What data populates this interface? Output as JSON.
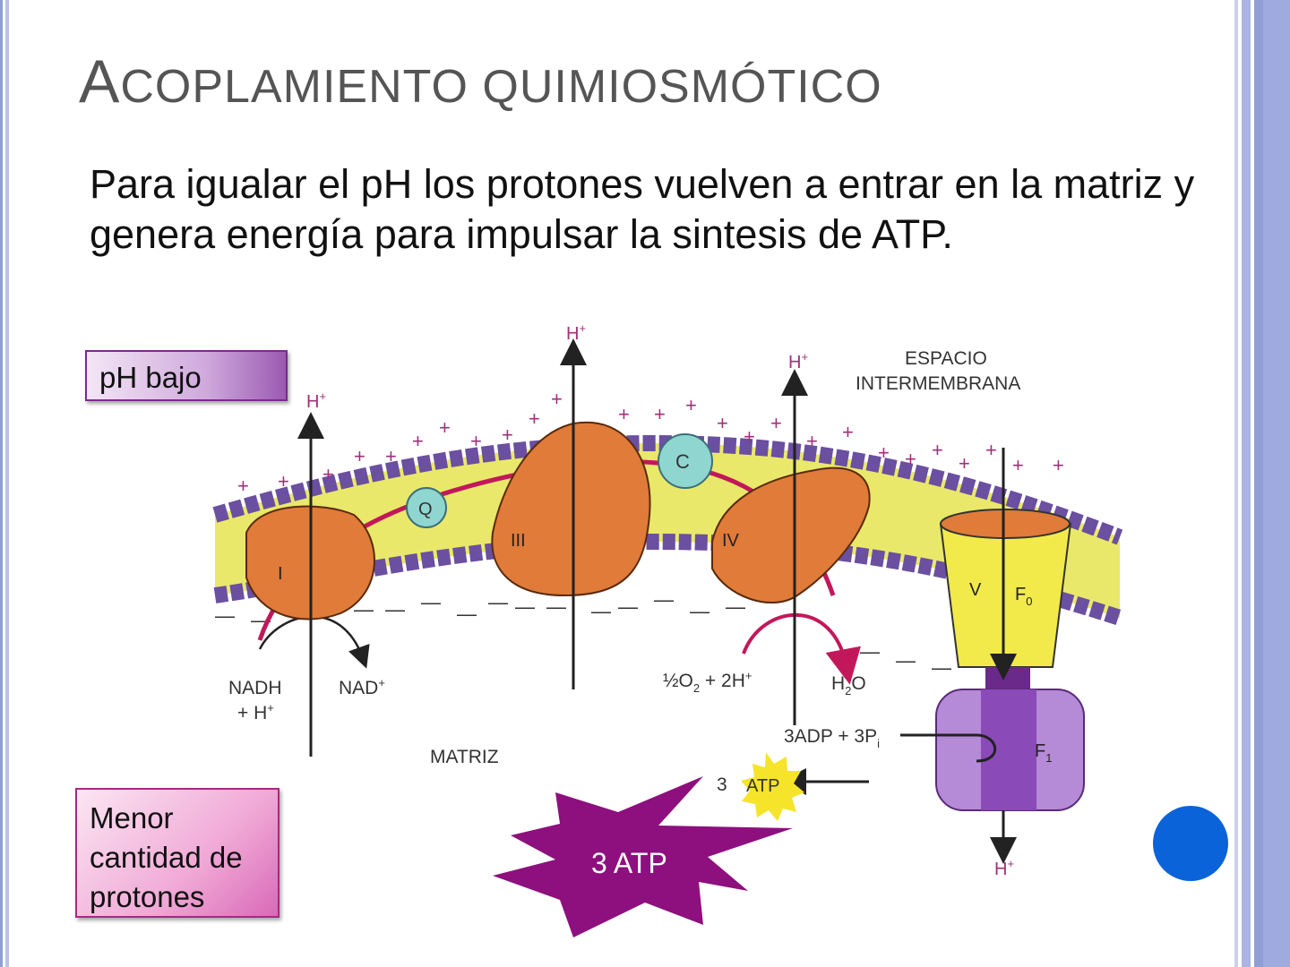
{
  "slide": {
    "title_first": "A",
    "title_rest": "COPLAMIENTO QUIMIOSMÓTICO",
    "body": "Para igualar el pH los protones vuelven a entrar en la matriz y genera energía para impulsar la sintesis de ATP."
  },
  "callouts": {
    "ph_low": "pH bajo",
    "fewer_protons": "Menor cantidad de protones",
    "atp_burst": "3 ATP"
  },
  "diagram": {
    "h_plus": "H",
    "plus_sup": "+",
    "space_line1": "ESPACIO",
    "space_line2": "INTERMEMBRANA",
    "matrix": "MATRIZ",
    "complex_1": "I",
    "complex_3": "III",
    "complex_4": "IV",
    "complex_5": "V",
    "q": "Q",
    "c": "C",
    "f0": "F",
    "f0_sub": "0",
    "f1": "F",
    "f1_sub": "1",
    "nadh": "NADH",
    "nadh_h": "+ H",
    "nad": "NAD",
    "half": "½",
    "o2": "O",
    "o2_sub": "2",
    "o2_rest": " + 2H",
    "h2o_h": "H",
    "h2o_sub": "2",
    "h2o_o": "O",
    "adp": "3ADP + 3P",
    "adp_sub": "i",
    "atp_count": "3",
    "atp": "ATP"
  },
  "colors": {
    "complex_orange": "#e07b39",
    "membrane_yellow": "#e9e86a",
    "head_purple": "#6b4fa0",
    "arrow_magenta": "#c2185b",
    "f1_purple": "#9b6fc0",
    "burst_purple": "#8e0f7e",
    "atp_yellow": "#f5e42a",
    "accent_blue": "#0a63d8"
  }
}
